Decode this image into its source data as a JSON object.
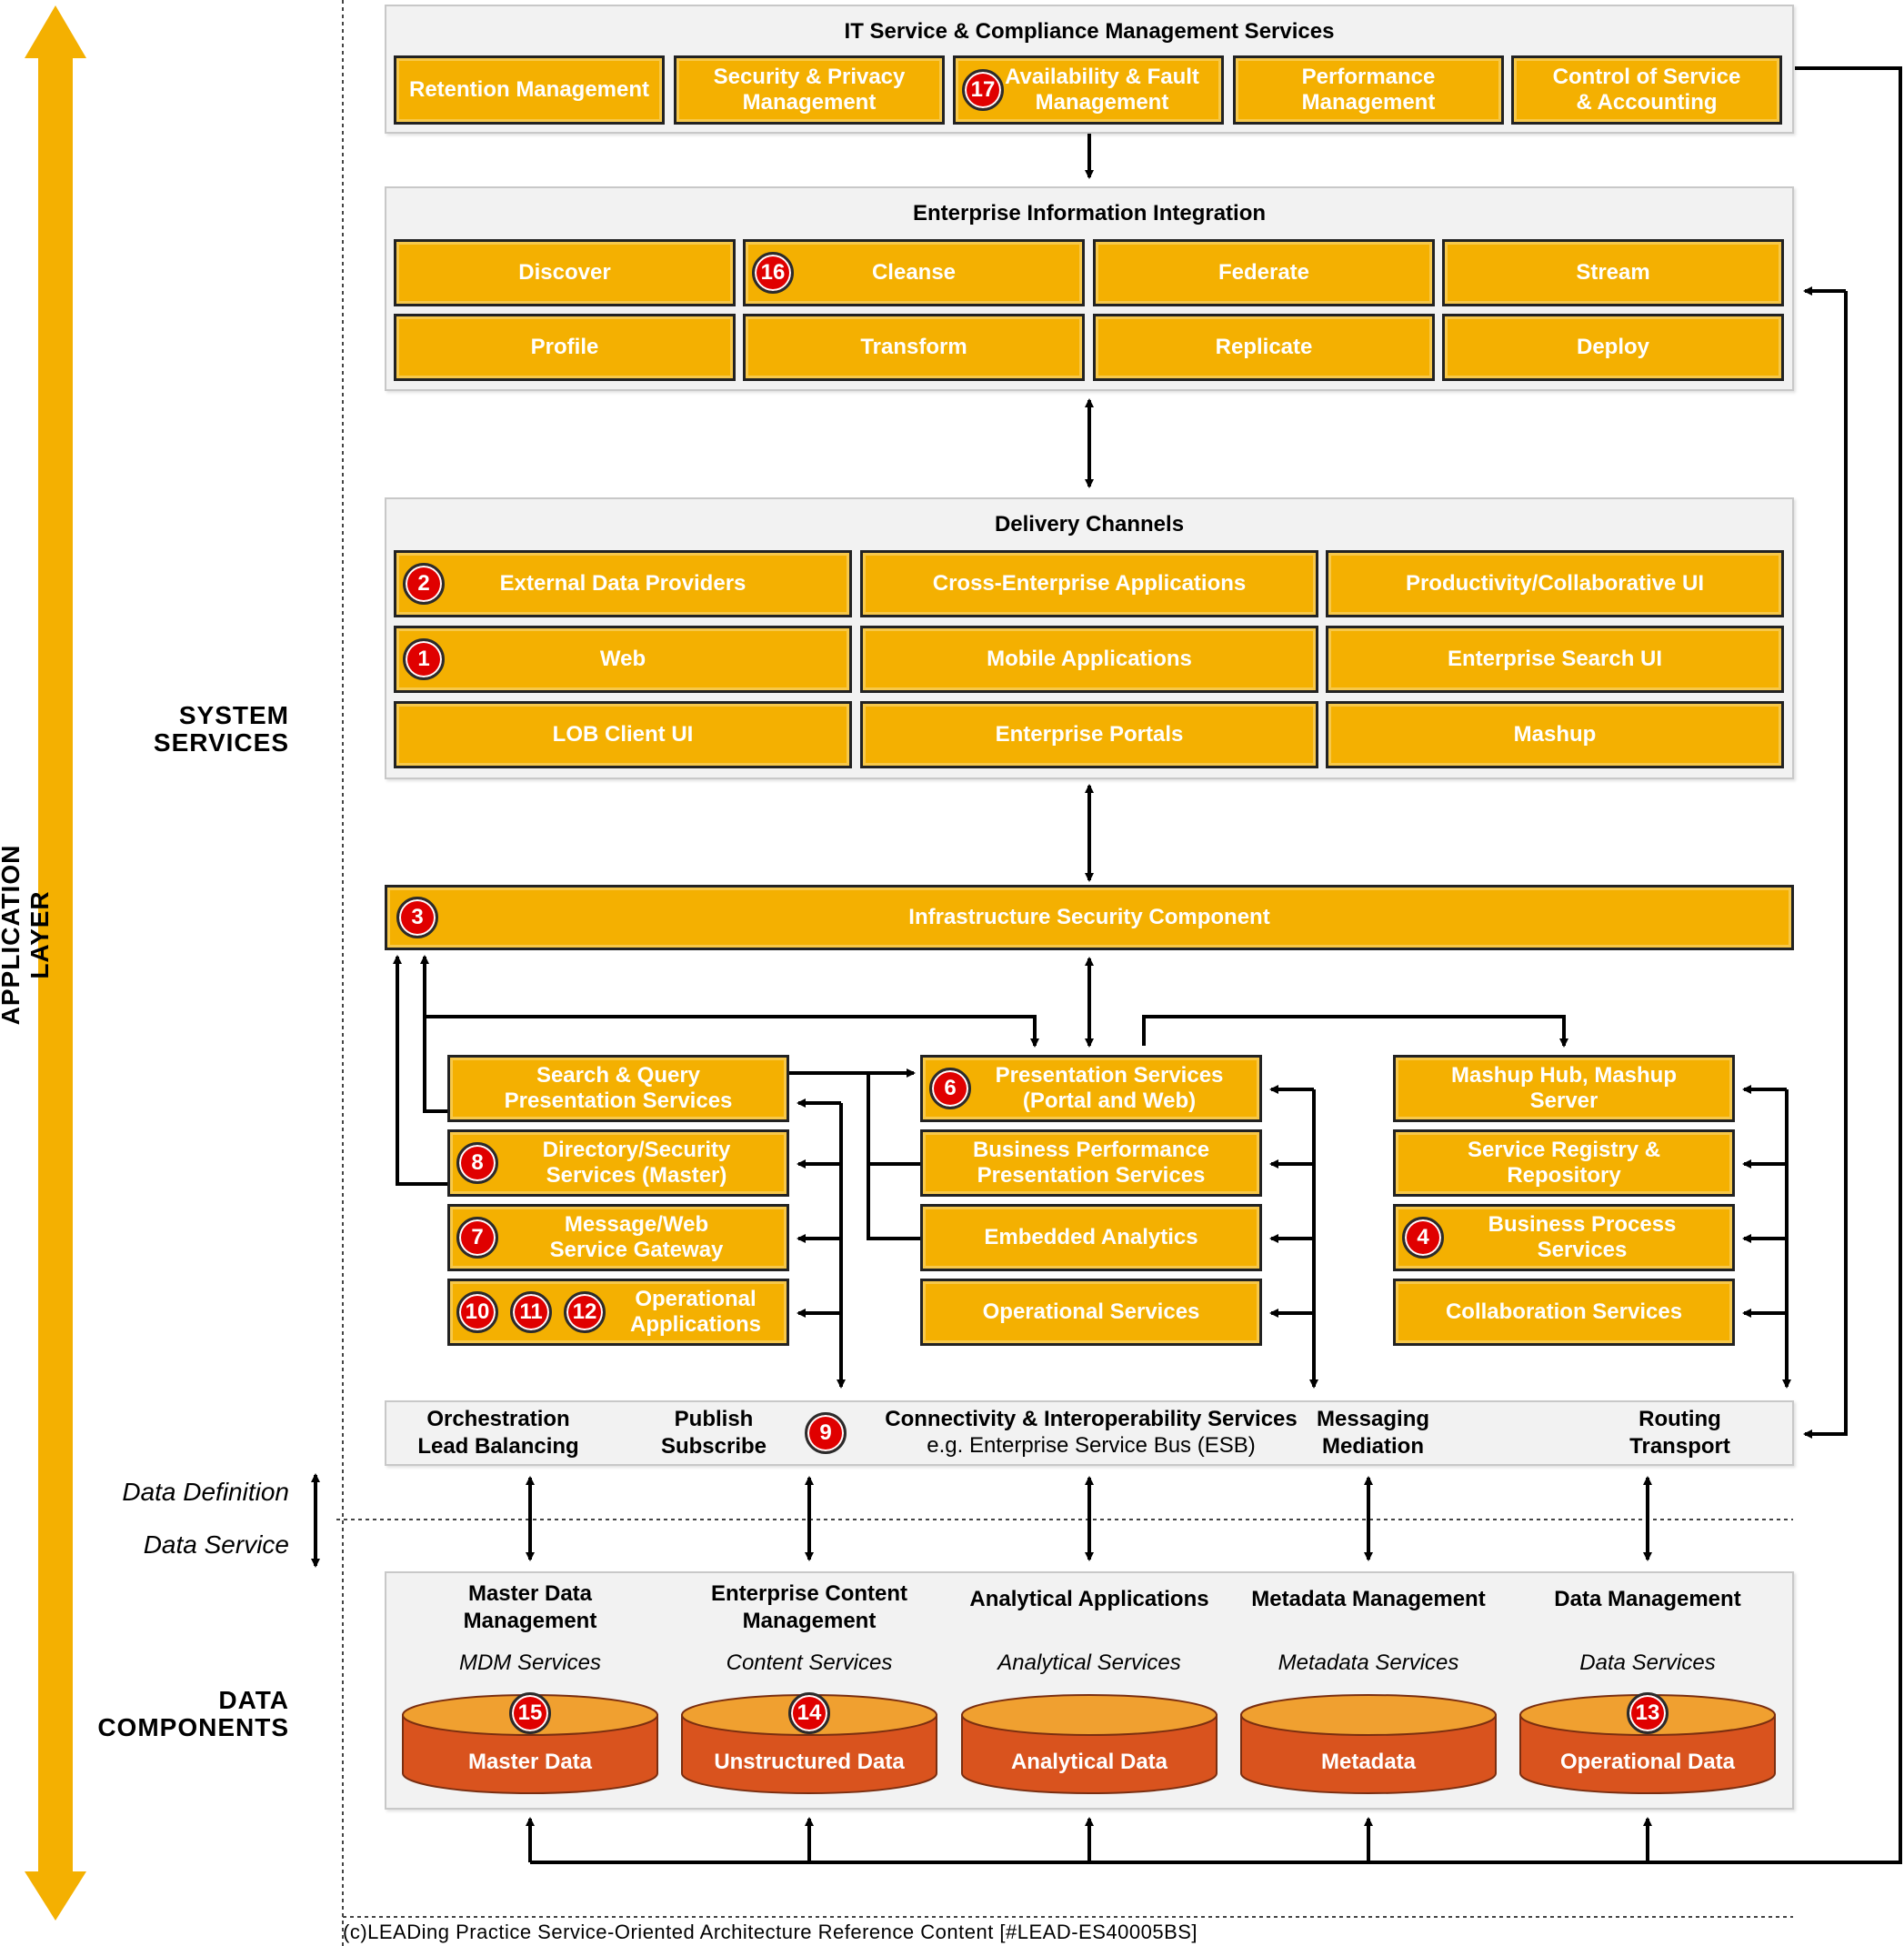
{
  "side": {
    "application_layer": "APPLICATION LAYER",
    "system_services": "SYSTEM\nSERVICES",
    "data_components": "DATA\nCOMPONENTS",
    "data_definition": "Data Definition",
    "data_service": "Data Service"
  },
  "it_service": {
    "title": "IT Service & Compliance Management Services",
    "items": [
      {
        "label": "Retention Management",
        "badge": ""
      },
      {
        "label": "Security & Privacy\nManagement",
        "badge": ""
      },
      {
        "label": "Availability & Fault\nManagement",
        "badge": "17"
      },
      {
        "label": "Performance\nManagement",
        "badge": ""
      },
      {
        "label": "Control of Service\n& Accounting",
        "badge": ""
      }
    ]
  },
  "eii": {
    "title": "Enterprise Information Integration",
    "items": [
      {
        "label": "Discover",
        "badge": ""
      },
      {
        "label": "Cleanse",
        "badge": "16"
      },
      {
        "label": "Federate",
        "badge": ""
      },
      {
        "label": "Stream",
        "badge": ""
      },
      {
        "label": "Profile",
        "badge": ""
      },
      {
        "label": "Transform",
        "badge": ""
      },
      {
        "label": "Replicate",
        "badge": ""
      },
      {
        "label": "Deploy",
        "badge": ""
      }
    ]
  },
  "delivery": {
    "title": "Delivery Channels",
    "items": [
      {
        "label": "External Data Providers",
        "badge": "2"
      },
      {
        "label": "Cross-Enterprise Applications",
        "badge": ""
      },
      {
        "label": "Productivity/Collaborative UI",
        "badge": ""
      },
      {
        "label": "Web",
        "badge": "1"
      },
      {
        "label": "Mobile Applications",
        "badge": ""
      },
      {
        "label": "Enterprise Search UI",
        "badge": ""
      },
      {
        "label": "LOB Client UI",
        "badge": ""
      },
      {
        "label": "Enterprise Portals",
        "badge": ""
      },
      {
        "label": "Mashup",
        "badge": ""
      }
    ]
  },
  "infra": {
    "label": "Infrastructure Security Component",
    "badge": "3"
  },
  "services": {
    "left": [
      {
        "label": "Search & Query\nPresentation Services",
        "badges": []
      },
      {
        "label": "Directory/Security\nServices (Master)",
        "badges": [
          "8"
        ]
      },
      {
        "label": "Message/Web\nService Gateway",
        "badges": [
          "7"
        ]
      },
      {
        "label": "Operational\nApplications",
        "badges": [
          "10",
          "11",
          "12"
        ]
      }
    ],
    "middle": [
      {
        "label": "Presentation Services\n(Portal and Web)",
        "badges": [
          "6"
        ]
      },
      {
        "label": "Business Performance\nPresentation Services",
        "badges": []
      },
      {
        "label": "Embedded Analytics",
        "badges": []
      },
      {
        "label": "Operational Services",
        "badges": []
      }
    ],
    "right": [
      {
        "label": "Mashup Hub, Mashup\nServer",
        "badges": []
      },
      {
        "label": "Service Registry &\nRepository",
        "badges": []
      },
      {
        "label": "Business Process\nServices",
        "badges": [
          "4"
        ]
      },
      {
        "label": "Collaboration Services",
        "badges": []
      }
    ]
  },
  "connectivity": {
    "orchestration": "Orchestration\nLead Balancing",
    "publish": "Publish\nSubscribe",
    "badge": "9",
    "title": "Connectivity & Interoperability Services",
    "subtitle": "e.g. Enterprise Service Bus (ESB)",
    "messaging": "Messaging\nMediation",
    "routing": "Routing\nTransport"
  },
  "data_components": [
    {
      "title": "Master Data\nManagement",
      "service": "MDM Services",
      "store": "Master Data",
      "badge": "15"
    },
    {
      "title": "Enterprise Content\nManagement",
      "service": "Content Services",
      "store": "Unstructured Data",
      "badge": "14"
    },
    {
      "title": "Analytical Applications",
      "service": "Analytical Services",
      "store": "Analytical Data",
      "badge": ""
    },
    {
      "title": "Metadata Management",
      "service": "Metadata Services",
      "store": "Metadata",
      "badge": ""
    },
    {
      "title": "Data Management",
      "service": "Data Services",
      "store": "Operational Data",
      "badge": "13"
    }
  ],
  "footer": "(c)LEADing Practice Service-Oriented Architecture Reference Content [#LEAD-ES40005BS]",
  "colors": {
    "box": "#f4b001",
    "badge": "#e00000",
    "cylinder": "#d9531e",
    "cylinder_top": "#f0a030",
    "arrow": "#f4b001"
  }
}
